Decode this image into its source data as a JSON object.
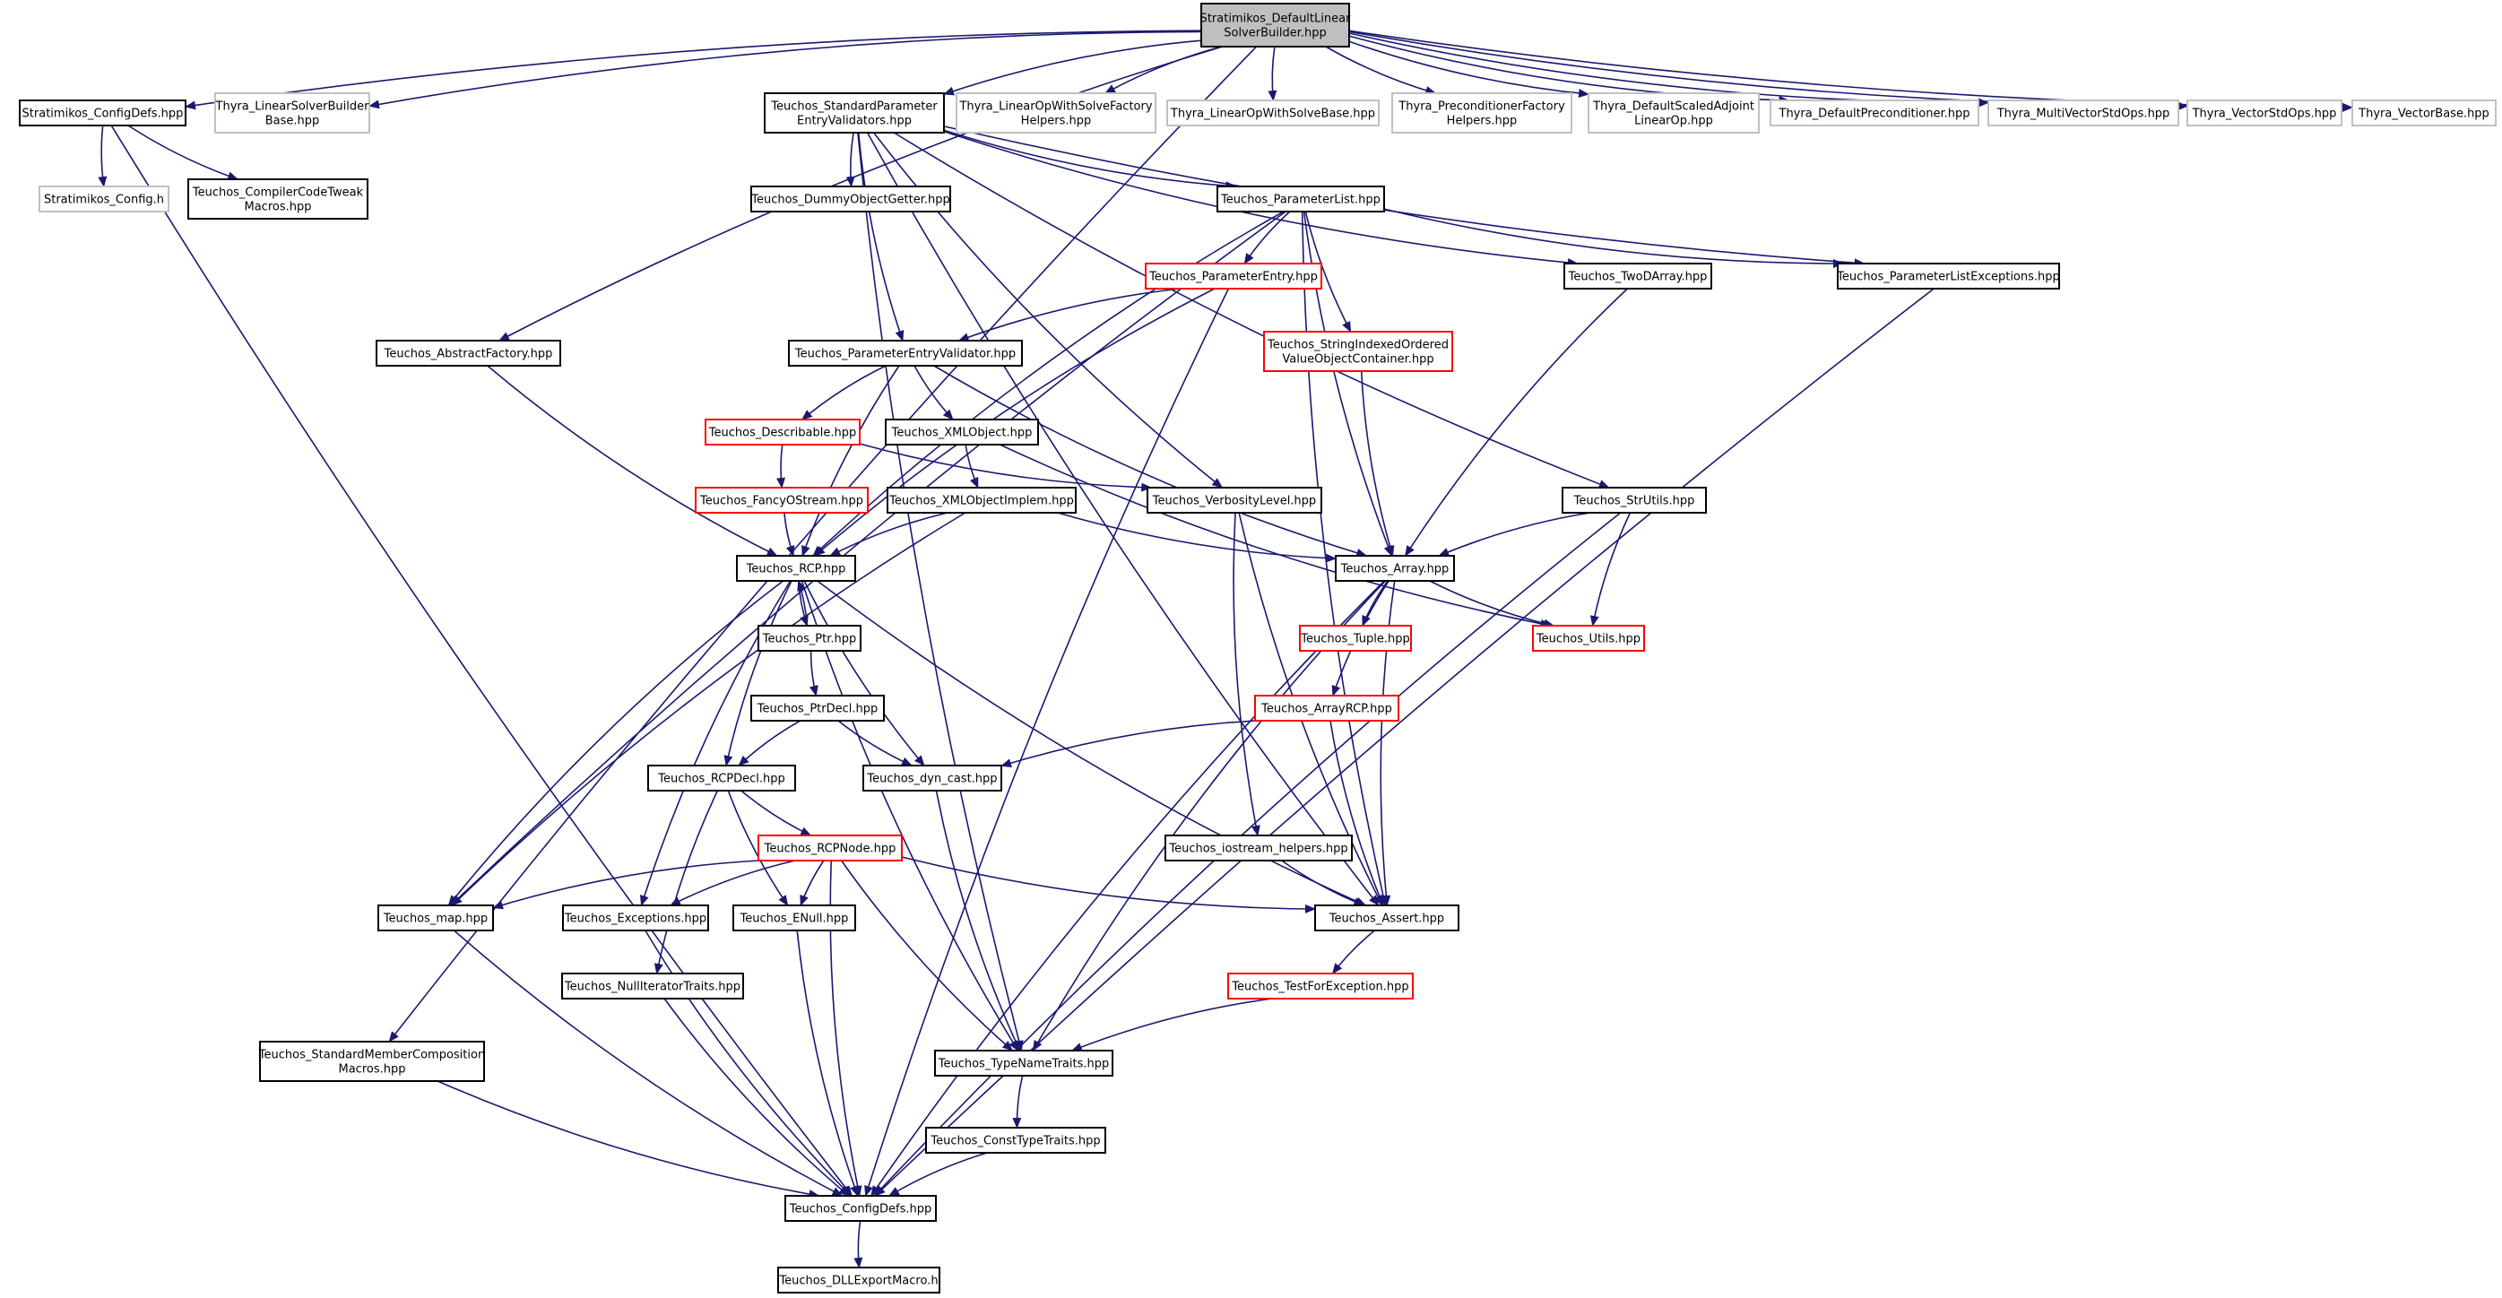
{
  "colors": {
    "edge": "#191970",
    "border_normal": "#000000",
    "border_truncated": "#c0c0c0",
    "border_incomplete": "#ff0000",
    "fill_root": "#bfbfbf",
    "fill_node": "#ffffff",
    "background": "#ffffff"
  },
  "nodes": [
    {
      "id": "root",
      "lines": [
        "Stratimikos_DefaultLinear",
        "SolverBuilder.hpp"
      ],
      "kind": "root"
    },
    {
      "id": "strat_configdefs",
      "lines": [
        "Stratimikos_ConfigDefs.hpp"
      ],
      "kind": "normal"
    },
    {
      "id": "thyra_lsb_base",
      "lines": [
        "Thyra_LinearSolverBuilder",
        "Base.hpp"
      ],
      "kind": "truncated"
    },
    {
      "id": "std_param_validators",
      "lines": [
        "Teuchos_StandardParameter",
        "EntryValidators.hpp"
      ],
      "kind": "normal"
    },
    {
      "id": "thyra_lowsf_helpers",
      "lines": [
        "Thyra_LinearOpWithSolveFactory",
        "Helpers.hpp"
      ],
      "kind": "truncated"
    },
    {
      "id": "thyra_lows_base",
      "lines": [
        "Thyra_LinearOpWithSolveBase.hpp"
      ],
      "kind": "truncated"
    },
    {
      "id": "thyra_precfactory_helpers",
      "lines": [
        "Thyra_PreconditionerFactory",
        "Helpers.hpp"
      ],
      "kind": "truncated"
    },
    {
      "id": "thyra_default_scaled",
      "lines": [
        "Thyra_DefaultScaledAdjoint",
        "LinearOp.hpp"
      ],
      "kind": "truncated"
    },
    {
      "id": "thyra_default_prec",
      "lines": [
        "Thyra_DefaultPreconditioner.hpp"
      ],
      "kind": "truncated"
    },
    {
      "id": "thyra_multivec_stdops",
      "lines": [
        "Thyra_MultiVectorStdOps.hpp"
      ],
      "kind": "truncated"
    },
    {
      "id": "thyra_vec_stdops",
      "lines": [
        "Thyra_VectorStdOps.hpp"
      ],
      "kind": "truncated"
    },
    {
      "id": "thyra_vecbase",
      "lines": [
        "Thyra_VectorBase.hpp"
      ],
      "kind": "truncated"
    },
    {
      "id": "strat_config_h",
      "lines": [
        "Stratimikos_Config.h"
      ],
      "kind": "truncated"
    },
    {
      "id": "compiler_tweak",
      "lines": [
        "Teuchos_CompilerCodeTweak",
        "Macros.hpp"
      ],
      "kind": "normal"
    },
    {
      "id": "dummy_getter",
      "lines": [
        "Teuchos_DummyObjectGetter.hpp"
      ],
      "kind": "normal"
    },
    {
      "id": "paramlist",
      "lines": [
        "Teuchos_ParameterList.hpp"
      ],
      "kind": "normal"
    },
    {
      "id": "paramentry",
      "lines": [
        "Teuchos_ParameterEntry.hpp"
      ],
      "kind": "incomplete"
    },
    {
      "id": "twodarray",
      "lines": [
        "Teuchos_TwoDArray.hpp"
      ],
      "kind": "normal"
    },
    {
      "id": "paramlist_exc",
      "lines": [
        "Teuchos_ParameterListExceptions.hpp"
      ],
      "kind": "normal"
    },
    {
      "id": "abstract_factory",
      "lines": [
        "Teuchos_AbstractFactory.hpp"
      ],
      "kind": "normal"
    },
    {
      "id": "paramentry_validator",
      "lines": [
        "Teuchos_ParameterEntryValidator.hpp"
      ],
      "kind": "normal"
    },
    {
      "id": "string_indexed",
      "lines": [
        "Teuchos_StringIndexedOrdered",
        "ValueObjectContainer.hpp"
      ],
      "kind": "incomplete"
    },
    {
      "id": "describable",
      "lines": [
        "Teuchos_Describable.hpp"
      ],
      "kind": "incomplete"
    },
    {
      "id": "xmlobject",
      "lines": [
        "Teuchos_XMLObject.hpp"
      ],
      "kind": "normal"
    },
    {
      "id": "fancyostream",
      "lines": [
        "Teuchos_FancyOStream.hpp"
      ],
      "kind": "incomplete"
    },
    {
      "id": "xmlobject_impl",
      "lines": [
        "Teuchos_XMLObjectImplem.hpp"
      ],
      "kind": "normal"
    },
    {
      "id": "verbosity",
      "lines": [
        "Teuchos_VerbosityLevel.hpp"
      ],
      "kind": "normal"
    },
    {
      "id": "strutils",
      "lines": [
        "Teuchos_StrUtils.hpp"
      ],
      "kind": "normal"
    },
    {
      "id": "rcp",
      "lines": [
        "Teuchos_RCP.hpp"
      ],
      "kind": "normal"
    },
    {
      "id": "array",
      "lines": [
        "Teuchos_Array.hpp"
      ],
      "kind": "normal"
    },
    {
      "id": "ptr",
      "lines": [
        "Teuchos_Ptr.hpp"
      ],
      "kind": "normal"
    },
    {
      "id": "tuple",
      "lines": [
        "Teuchos_Tuple.hpp"
      ],
      "kind": "incomplete"
    },
    {
      "id": "utils",
      "lines": [
        "Teuchos_Utils.hpp"
      ],
      "kind": "incomplete"
    },
    {
      "id": "ptrdecl",
      "lines": [
        "Teuchos_PtrDecl.hpp"
      ],
      "kind": "normal"
    },
    {
      "id": "arrayrcp",
      "lines": [
        "Teuchos_ArrayRCP.hpp"
      ],
      "kind": "incomplete"
    },
    {
      "id": "rcpdecl",
      "lines": [
        "Teuchos_RCPDecl.hpp"
      ],
      "kind": "normal"
    },
    {
      "id": "dyncast",
      "lines": [
        "Teuchos_dyn_cast.hpp"
      ],
      "kind": "normal"
    },
    {
      "id": "rcpnode",
      "lines": [
        "Teuchos_RCPNode.hpp"
      ],
      "kind": "incomplete"
    },
    {
      "id": "iostream_helpers",
      "lines": [
        "Teuchos_iostream_helpers.hpp"
      ],
      "kind": "normal"
    },
    {
      "id": "map",
      "lines": [
        "Teuchos_map.hpp"
      ],
      "kind": "normal"
    },
    {
      "id": "exceptions",
      "lines": [
        "Teuchos_Exceptions.hpp"
      ],
      "kind": "normal"
    },
    {
      "id": "enull",
      "lines": [
        "Teuchos_ENull.hpp"
      ],
      "kind": "normal"
    },
    {
      "id": "assert",
      "lines": [
        "Teuchos_Assert.hpp"
      ],
      "kind": "normal"
    },
    {
      "id": "nulliter",
      "lines": [
        "Teuchos_NullIteratorTraits.hpp"
      ],
      "kind": "normal"
    },
    {
      "id": "testforexc",
      "lines": [
        "Teuchos_TestForException.hpp"
      ],
      "kind": "incomplete"
    },
    {
      "id": "std_member_comp",
      "lines": [
        "Teuchos_StandardMemberComposition",
        "Macros.hpp"
      ],
      "kind": "normal"
    },
    {
      "id": "typenametraits",
      "lines": [
        "Teuchos_TypeNameTraits.hpp"
      ],
      "kind": "normal"
    },
    {
      "id": "consttypetraits",
      "lines": [
        "Teuchos_ConstTypeTraits.hpp"
      ],
      "kind": "normal"
    },
    {
      "id": "teuchos_configdefs",
      "lines": [
        "Teuchos_ConfigDefs.hpp"
      ],
      "kind": "normal"
    },
    {
      "id": "dllexport",
      "lines": [
        "Teuchos_DLLExportMacro.h"
      ],
      "kind": "normal"
    }
  ],
  "edges": [
    [
      "root",
      "strat_configdefs"
    ],
    [
      "root",
      "thyra_lsb_base"
    ],
    [
      "root",
      "std_param_validators"
    ],
    [
      "root",
      "thyra_lowsf_helpers"
    ],
    [
      "root",
      "thyra_lows_base"
    ],
    [
      "root",
      "thyra_precfactory_helpers"
    ],
    [
      "root",
      "thyra_default_scaled"
    ],
    [
      "root",
      "thyra_default_prec"
    ],
    [
      "root",
      "thyra_multivec_stdops"
    ],
    [
      "root",
      "thyra_vec_stdops"
    ],
    [
      "root",
      "thyra_vecbase"
    ],
    [
      "root",
      "abstract_factory"
    ],
    [
      "root",
      "std_member_comp"
    ],
    [
      "strat_configdefs",
      "strat_config_h"
    ],
    [
      "strat_configdefs",
      "compiler_tweak"
    ],
    [
      "strat_configdefs",
      "teuchos_configdefs"
    ],
    [
      "std_param_validators",
      "dummy_getter"
    ],
    [
      "std_param_validators",
      "paramlist"
    ],
    [
      "std_param_validators",
      "twodarray"
    ],
    [
      "std_param_validators",
      "paramlist_exc"
    ],
    [
      "std_param_validators",
      "paramentry_validator"
    ],
    [
      "std_param_validators",
      "verbosity"
    ],
    [
      "std_param_validators",
      "strutils"
    ],
    [
      "std_param_validators",
      "assert"
    ],
    [
      "std_param_validators",
      "typenametraits"
    ],
    [
      "paramlist",
      "paramentry"
    ],
    [
      "paramlist",
      "string_indexed"
    ],
    [
      "paramlist",
      "paramlist_exc"
    ],
    [
      "paramlist",
      "rcp"
    ],
    [
      "paramlist",
      "array"
    ],
    [
      "paramlist",
      "map"
    ],
    [
      "paramlist",
      "assert"
    ],
    [
      "paramentry",
      "paramentry_validator"
    ],
    [
      "paramentry",
      "rcp"
    ],
    [
      "paramentry",
      "teuchos_configdefs"
    ],
    [
      "twodarray",
      "array"
    ],
    [
      "paramlist_exc",
      "teuchos_configdefs"
    ],
    [
      "abstract_factory",
      "rcp"
    ],
    [
      "paramentry_validator",
      "describable"
    ],
    [
      "paramentry_validator",
      "xmlobject"
    ],
    [
      "paramentry_validator",
      "rcp"
    ],
    [
      "paramentry_validator",
      "array"
    ],
    [
      "string_indexed",
      "array"
    ],
    [
      "describable",
      "fancyostream"
    ],
    [
      "describable",
      "verbosity"
    ],
    [
      "fancyostream",
      "rcp"
    ],
    [
      "xmlobject",
      "xmlobject_impl"
    ],
    [
      "xmlobject",
      "utils"
    ],
    [
      "xmlobject_impl",
      "rcp"
    ],
    [
      "xmlobject_impl",
      "array"
    ],
    [
      "xmlobject_impl",
      "map"
    ],
    [
      "verbosity",
      "iostream_helpers"
    ],
    [
      "verbosity",
      "assert"
    ],
    [
      "strutils",
      "array"
    ],
    [
      "strutils",
      "utils"
    ],
    [
      "strutils",
      "teuchos_configdefs"
    ],
    [
      "rcp",
      "ptr"
    ],
    [
      "rcp",
      "rcpdecl"
    ],
    [
      "rcp",
      "dyncast"
    ],
    [
      "rcp",
      "exceptions"
    ],
    [
      "rcp",
      "map"
    ],
    [
      "rcp",
      "assert"
    ],
    [
      "rcp",
      "typenametraits"
    ],
    [
      "ptr",
      "rcp"
    ],
    [
      "ptr",
      "ptrdecl"
    ],
    [
      "ptrdecl",
      "rcpdecl"
    ],
    [
      "ptrdecl",
      "dyncast"
    ],
    [
      "array",
      "tuple"
    ],
    [
      "array",
      "utils"
    ],
    [
      "array",
      "arrayrcp"
    ],
    [
      "array",
      "assert"
    ],
    [
      "array",
      "typenametraits"
    ],
    [
      "array",
      "teuchos_configdefs"
    ],
    [
      "arrayrcp",
      "dyncast"
    ],
    [
      "arrayrcp",
      "assert"
    ],
    [
      "rcpdecl",
      "rcpnode"
    ],
    [
      "rcpdecl",
      "enull"
    ],
    [
      "rcpdecl",
      "nulliter"
    ],
    [
      "dyncast",
      "typenametraits"
    ],
    [
      "rcpnode",
      "map"
    ],
    [
      "rcpnode",
      "exceptions"
    ],
    [
      "rcpnode",
      "enull"
    ],
    [
      "rcpnode",
      "assert"
    ],
    [
      "rcpnode",
      "typenametraits"
    ],
    [
      "rcpnode",
      "teuchos_configdefs"
    ],
    [
      "iostream_helpers",
      "assert"
    ],
    [
      "assert",
      "testforexc"
    ],
    [
      "testforexc",
      "typenametraits"
    ],
    [
      "map",
      "teuchos_configdefs"
    ],
    [
      "exceptions",
      "teuchos_configdefs"
    ],
    [
      "enull",
      "teuchos_configdefs"
    ],
    [
      "nulliter",
      "teuchos_configdefs"
    ],
    [
      "std_member_comp",
      "teuchos_configdefs"
    ],
    [
      "typenametraits",
      "consttypetraits"
    ],
    [
      "consttypetraits",
      "teuchos_configdefs"
    ],
    [
      "teuchos_configdefs",
      "dllexport"
    ]
  ]
}
